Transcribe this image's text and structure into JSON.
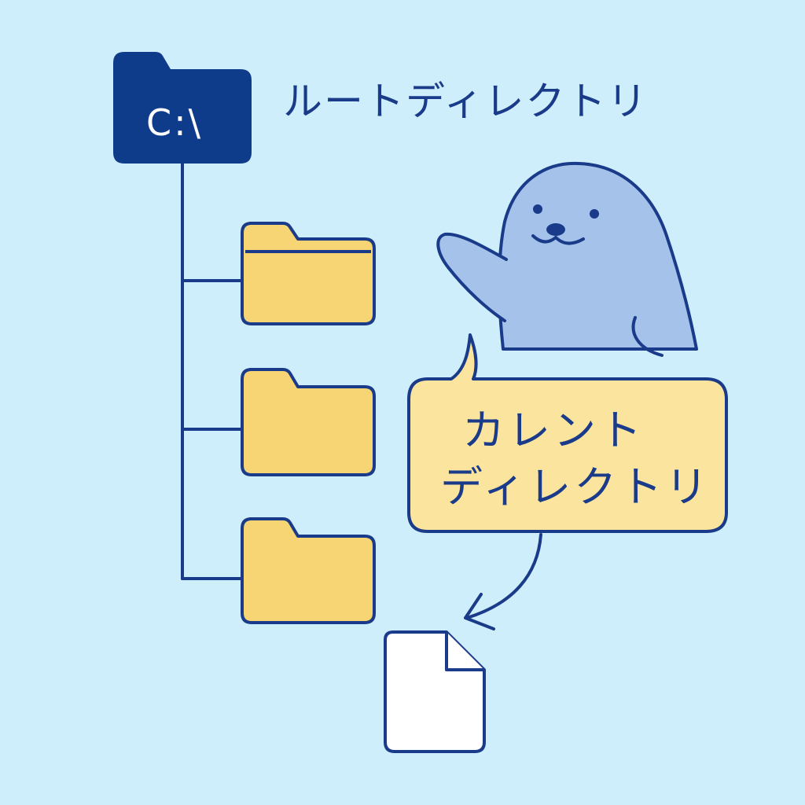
{
  "diagram": {
    "root": {
      "drive_label": "C:\\",
      "label": "ルートディレクトリ"
    },
    "current_directory": {
      "label_line1": "カレント",
      "label_line2": "ディレクトリ"
    },
    "subfolder_count": 3,
    "colors": {
      "background": "#cfeefb",
      "navy": "#1a3a8a",
      "root_folder": "#0f3c8a",
      "folder_fill": "#f7d574",
      "bubble_fill": "#fbe49d",
      "seal_fill": "#a4c2ea",
      "file_fill": "#ffffff"
    },
    "icons": {
      "root": "drive-folder-icon",
      "folder": "folder-icon",
      "file": "file-icon",
      "mascot": "seal-mascot-icon",
      "arrow": "curved-arrow-icon"
    }
  }
}
